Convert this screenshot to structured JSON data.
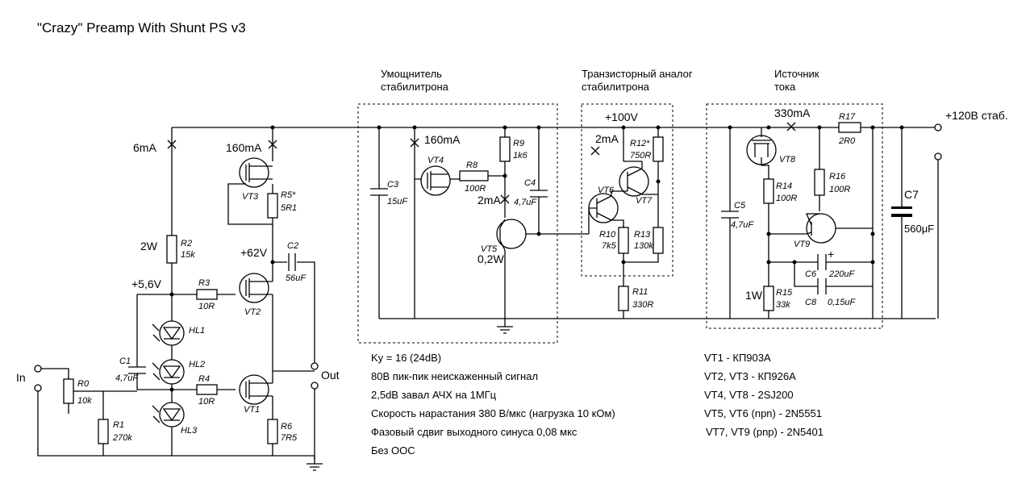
{
  "title": "\"Crazy\" Preamp With Shunt PS v3",
  "sections": {
    "multiplier": [
      "Умощнитель",
      "стабилитрона"
    ],
    "transistor_analog": [
      "Транзисторный аналог",
      "стабилитрона"
    ],
    "current_source": [
      "Источник",
      "тока"
    ]
  },
  "annotations": {
    "i_6ma": "6mA",
    "i_160ma_a": "160mA",
    "i_160ma_b": "160mA",
    "i_2ma_a": "2mA",
    "i_2ma_b": "2mA",
    "i_330ma": "330mA",
    "v_100": "+100V",
    "v_120": "+120В стаб.",
    "v_62": "+62V",
    "v_5_6": "+5,6V",
    "p_2w": "2W",
    "p_1w": "1W",
    "p_vt5": "0,2W",
    "in": "In",
    "out": "Out",
    "plus": "+"
  },
  "components": {
    "R0": [
      "R0",
      "10k"
    ],
    "R1": [
      "R1",
      "270k"
    ],
    "R2": [
      "R2",
      "15k"
    ],
    "R3": [
      "R3",
      "10R"
    ],
    "R4": [
      "R4",
      "10R"
    ],
    "R5": [
      "R5*",
      "5R1"
    ],
    "R6": [
      "R6",
      "7R5"
    ],
    "R8": [
      "R8",
      "100R"
    ],
    "R9": [
      "R9",
      "1k6"
    ],
    "R10": [
      "R10",
      "7k5"
    ],
    "R11": [
      "R11",
      "330R"
    ],
    "R12": [
      "R12*",
      "750R"
    ],
    "R13": [
      "R13",
      "130k"
    ],
    "R14": [
      "R14",
      "100R"
    ],
    "R15": [
      "R15",
      "33k"
    ],
    "R16": [
      "R16",
      "100R"
    ],
    "R17": [
      "R17",
      "2R0"
    ],
    "C1": [
      "C1",
      "4,7uF"
    ],
    "C2": [
      "C2",
      "56uF"
    ],
    "C3": [
      "C3",
      "15uF"
    ],
    "C4": [
      "C4",
      "4,7uF"
    ],
    "C5": [
      "C5",
      "4,7uF"
    ],
    "C6": [
      "C6",
      "220uF"
    ],
    "C7": [
      "C7",
      "560μF"
    ],
    "C8": [
      "C8",
      "0,15uF"
    ],
    "VT1": "VT1",
    "VT2": "VT2",
    "VT3": "VT3",
    "VT4": "VT4",
    "VT5": "VT5",
    "VT6": "VT6",
    "VT7": "VT7",
    "VT8": "VT8",
    "VT9": "VT9",
    "HL1": "HL1",
    "HL2": "HL2",
    "HL3": "HL3"
  },
  "specs": [
    "Ky = 16 (24dB)",
    "80В пик-пик неискаженный сигнал",
    "2,5dB завал АЧХ на 1МГц",
    "Скорость нарастания 380 В/мкс (нагрузка 10 кОм)",
    "Фазовый сдвиг выходного синуса 0,08 мкс",
    "Без ООС"
  ],
  "parts": [
    "VT1 - КП903А",
    "VT2, VT3 - КП926А",
    "VT4, VT8 - 2SJ200",
    "VT5, VT6 (npn) - 2N5551",
    "VT7, VT9 (pnp) - 2N5401"
  ]
}
